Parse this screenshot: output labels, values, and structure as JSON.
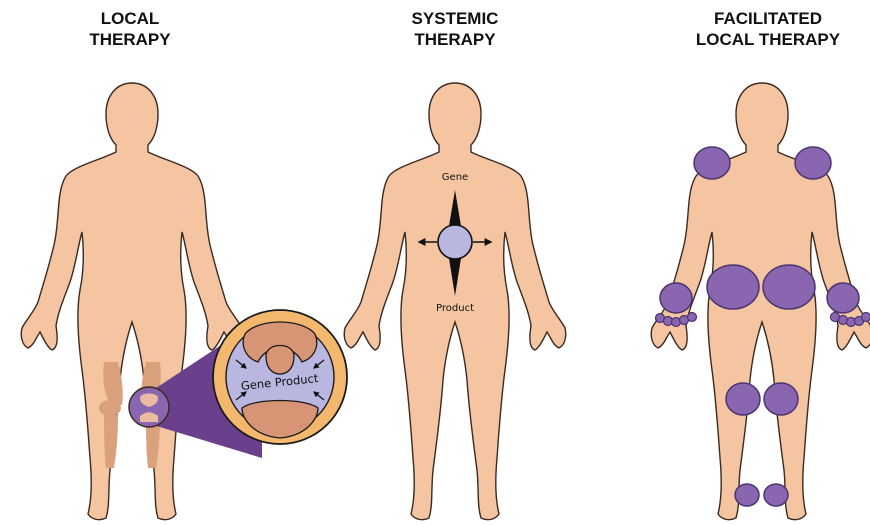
{
  "panels": {
    "local": {
      "title_line1": "LOCAL",
      "title_line2": "THERAPY"
    },
    "systemic": {
      "title_line1": "SYSTEMIC",
      "title_line2": "THERAPY",
      "gene_label": "Gene",
      "product_label": "Product"
    },
    "facilitated": {
      "title_line1": "FACILITATED",
      "title_line2": "LOCAL THERAPY"
    }
  },
  "inset": {
    "label": "Gene Product"
  },
  "colors": {
    "skin": "#f5c4a0",
    "skin_outline": "#3a2a22",
    "bone": "#d9a27c",
    "target_fill": "#8a66b0",
    "target_outline": "#4a3570",
    "inset_ring": "#f3b86e",
    "inset_core": "#b9b6e0",
    "cartilage": "#d89576",
    "wedge": "#6a3f8c",
    "arrow": "#111111"
  }
}
